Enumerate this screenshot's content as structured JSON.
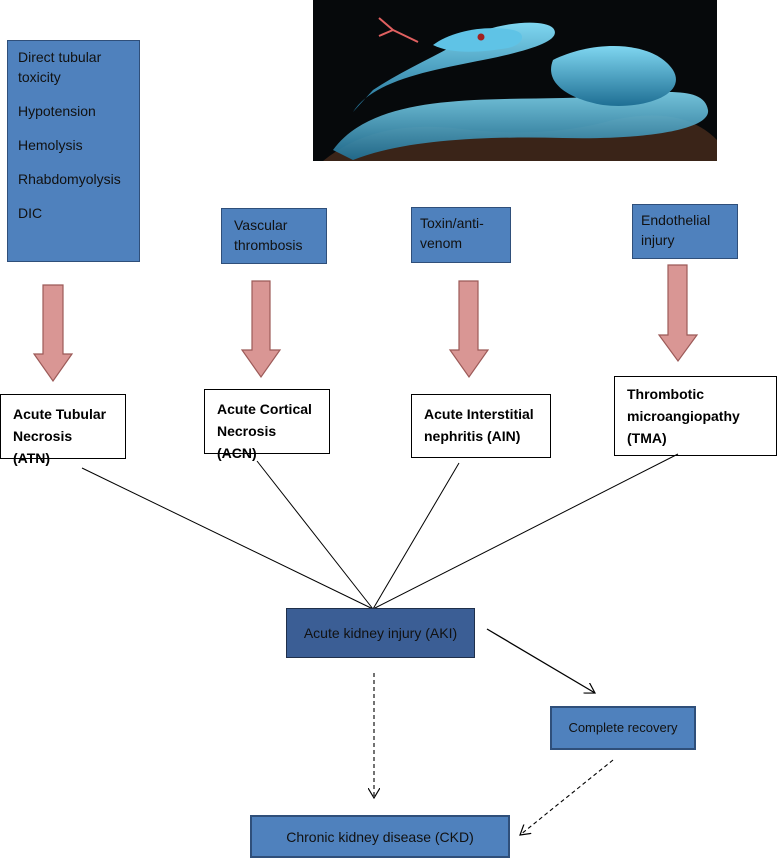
{
  "causes_box": {
    "items": [
      "Direct tubular toxicity",
      "Hypotension",
      "Hemolysis",
      "Rhabdomyolysis",
      "DIC"
    ]
  },
  "mechanisms": [
    {
      "text": "Vascular thrombosis"
    },
    {
      "text": "Toxin/anti-venom"
    },
    {
      "text": "Endothelial injury"
    }
  ],
  "lesions": [
    {
      "text": "Acute Tubular Necrosis (ATN)"
    },
    {
      "text": "Acute Cortical Necrosis (ACN)"
    },
    {
      "text": "Acute Interstitial nephritis (AIN)"
    },
    {
      "text": "Thrombotic microangiopathy (TMA)"
    }
  ],
  "aki": "Acute kidney injury (AKI)",
  "recovery": "Complete recovery",
  "ckd": "Chronic kidney disease (CKD)",
  "colors": {
    "box_blue": "#4f81bd",
    "aki_blue": "#3b5e95",
    "arrow_pink": "#d99694"
  }
}
